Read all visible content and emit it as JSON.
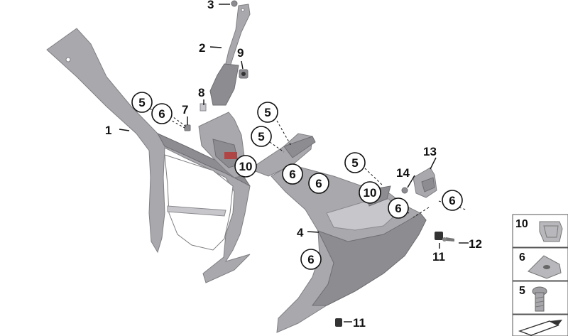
{
  "callouts": [
    {
      "id": "c1",
      "label": "1"
    },
    {
      "id": "c2",
      "label": "2"
    },
    {
      "id": "c3",
      "label": "3"
    },
    {
      "id": "c4",
      "label": "4"
    },
    {
      "id": "c5a",
      "label": "5"
    },
    {
      "id": "c5b",
      "label": "5"
    },
    {
      "id": "c5c",
      "label": "5"
    },
    {
      "id": "c5d",
      "label": "5"
    },
    {
      "id": "c6a",
      "label": "6"
    },
    {
      "id": "c6b",
      "label": "6"
    },
    {
      "id": "c6c",
      "label": "6"
    },
    {
      "id": "c6d",
      "label": "6"
    },
    {
      "id": "c6e",
      "label": "6"
    },
    {
      "id": "c6f",
      "label": "6"
    },
    {
      "id": "c7",
      "label": "7"
    },
    {
      "id": "c8",
      "label": "8"
    },
    {
      "id": "c9",
      "label": "9"
    },
    {
      "id": "c10a",
      "label": "10"
    },
    {
      "id": "c10b",
      "label": "10"
    },
    {
      "id": "c11a",
      "label": "11"
    },
    {
      "id": "c11b",
      "label": "11"
    },
    {
      "id": "c12",
      "label": "12"
    },
    {
      "id": "c13",
      "label": "13"
    },
    {
      "id": "c14",
      "label": "14"
    }
  ],
  "legend": [
    {
      "label": "10",
      "icon": "clip-nut-icon"
    },
    {
      "label": "6",
      "icon": "speed-nut-icon"
    },
    {
      "label": "5",
      "icon": "torx-screw-icon"
    },
    {
      "label": "",
      "icon": "kit-arrow-icon"
    }
  ]
}
